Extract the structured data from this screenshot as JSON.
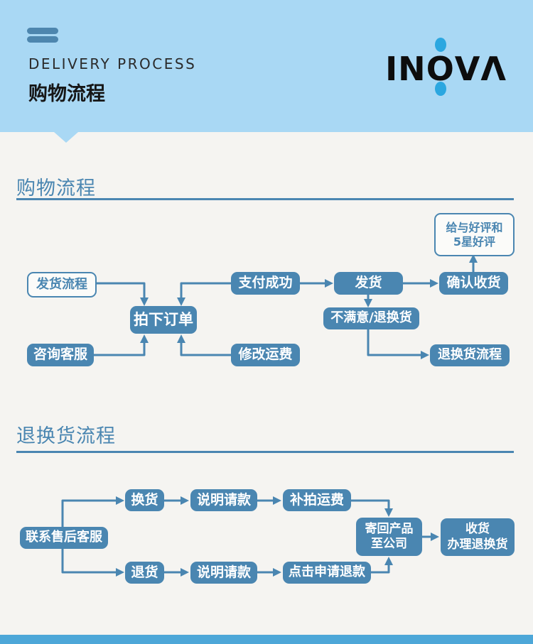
{
  "header": {
    "eyebrow": "DELIVERY PROCESS",
    "title": "购物流程",
    "logo": {
      "left": "IN",
      "o": "O",
      "right": "VΛ"
    }
  },
  "sections": [
    {
      "heading": "购物流程"
    },
    {
      "heading": "退换货流程"
    }
  ],
  "flow1": {
    "nodes": {
      "shipping_process": "发货流程",
      "consult_service": "咨询客服",
      "place_order": "拍下订单",
      "payment_success": "支付成功",
      "modify_shipping": "修改运费",
      "ship": "发货",
      "dissatisfied": "不满意/退换货",
      "confirm_receipt": "确认收货",
      "return_process": "退换货流程",
      "praise_line1": "给与好评和",
      "praise_line2": "5星好评"
    },
    "edges": [
      {
        "from": "shipping_process",
        "to": "place_order"
      },
      {
        "from": "consult_service",
        "to": "place_order"
      },
      {
        "from": "payment_success",
        "to": "place_order"
      },
      {
        "from": "modify_shipping",
        "to": "place_order"
      },
      {
        "from": "payment_success",
        "to": "ship"
      },
      {
        "from": "ship",
        "to": "confirm_receipt"
      },
      {
        "from": "ship",
        "to": "dissatisfied"
      },
      {
        "from": "confirm_receipt",
        "to": "praise"
      },
      {
        "from": "dissatisfied",
        "to": "return_process"
      }
    ]
  },
  "flow2": {
    "nodes": {
      "contact_after_sales": "联系售后客服",
      "exchange": "换货",
      "explain_request_1": "说明请款",
      "reship_fee": "补拍运费",
      "return_goods": "退货",
      "explain_request_2": "说明请款",
      "apply_refund": "点击申请退款",
      "send_back_line1": "寄回产品",
      "send_back_line2": "至公司",
      "receive_line1": "收货",
      "receive_line2": "办理退换货"
    },
    "edges": [
      {
        "from": "contact_after_sales",
        "to": "exchange"
      },
      {
        "from": "contact_after_sales",
        "to": "return_goods"
      },
      {
        "from": "exchange",
        "to": "explain_request_1"
      },
      {
        "from": "explain_request_1",
        "to": "reship_fee"
      },
      {
        "from": "reship_fee",
        "to": "send_back"
      },
      {
        "from": "return_goods",
        "to": "explain_request_2"
      },
      {
        "from": "explain_request_2",
        "to": "apply_refund"
      },
      {
        "from": "apply_refund",
        "to": "send_back"
      },
      {
        "from": "send_back",
        "to": "receive"
      }
    ]
  },
  "colors": {
    "accent": "#4a86b1",
    "header_bg": "#a9d8f4",
    "dot_blue": "#2ba7e0",
    "page_bg": "#f5f4f1",
    "footer_bar": "#4da7d8",
    "ink": "#161616",
    "box_text": "#ffffff",
    "outline_bg": "#fbfbf9"
  }
}
